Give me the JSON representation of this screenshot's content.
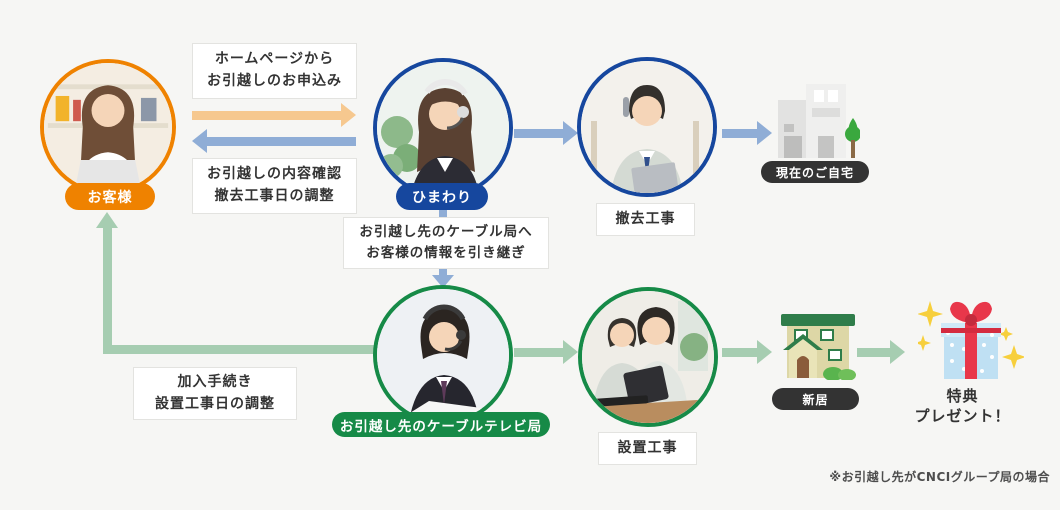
{
  "colors": {
    "background": "#f6f6f4",
    "customer_orange": "#ef8200",
    "himawari_blue": "#16479e",
    "station_green": "#168a47",
    "place_pill_dark": "#333333",
    "arrow_orange": "#f6c88f",
    "arrow_blue": "#8fadd6",
    "arrow_green": "#a6cdb1"
  },
  "nodes": {
    "customer": {
      "label": "お客様"
    },
    "himawari": {
      "label": "ひまわり"
    },
    "removal": {
      "label": "撤去工事"
    },
    "cable_station": {
      "label": "お引越し先のケーブルテレビ局"
    },
    "installation": {
      "label": "設置工事"
    }
  },
  "boxes": {
    "apply": {
      "line1": "ホームページから",
      "line2": "お引越しのお申込み"
    },
    "confirm": {
      "line1": "お引越しの内容確認",
      "line2": "撤去工事日の調整"
    },
    "handover": {
      "line1": "お引越し先のケーブル局へ",
      "line2": "お客様の情報を引き継ぎ"
    },
    "signup": {
      "line1": "加入手続き",
      "line2": "設置工事日の調整"
    }
  },
  "places": {
    "current_home": {
      "label": "現在のご自宅"
    },
    "new_home": {
      "label": "新居"
    }
  },
  "gift": {
    "line1": "特典",
    "line2": "プレゼント！"
  },
  "footnote": "※お引越し先がCNCIグループ局の場合",
  "icons": {
    "current_home": "buildings-icon",
    "new_home": "house-icon",
    "gift": "gift-icon"
  }
}
